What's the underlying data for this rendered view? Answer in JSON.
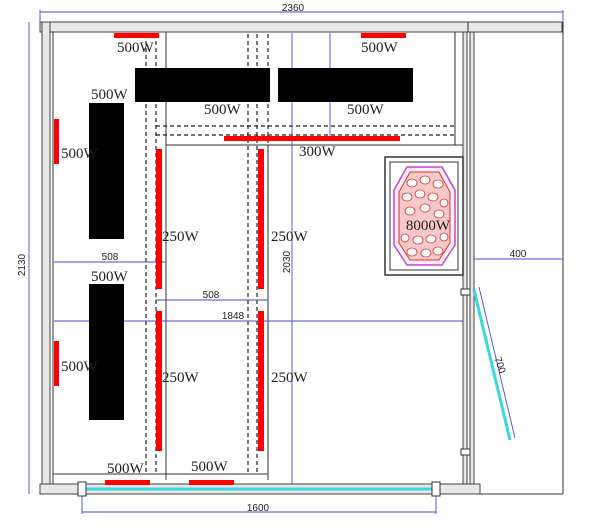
{
  "diagram": {
    "type": "sauna floor plan",
    "dimensions": {
      "overall_width": "2360",
      "overall_height": "2130",
      "inner_height": "2030",
      "inner_width": "1848",
      "left_bench_width": "508",
      "center_bench_width": "508",
      "front_glass_width": "1600",
      "side_clearance": "400",
      "door_width": "700"
    },
    "heaters": {
      "top_left": "500W",
      "top_right": "500W",
      "top_panel_left": "500W",
      "top_panel_right": "500W",
      "left_panel_upper": "500W",
      "left_wall_upper": "500W",
      "left_panel_lower": "500W",
      "left_wall_lower": "500W",
      "ceiling_bar": "300W",
      "center_left_upper": "250W",
      "center_right_upper": "250W",
      "center_left_lower": "250W",
      "center_right_lower": "250W",
      "bottom_left": "500W",
      "bottom_right": "500W",
      "stove": "8000W"
    },
    "colors": {
      "heater": "#ff0000",
      "panel": "#000000",
      "dimension": "#4a4ad0",
      "glass": "#38d8e0",
      "stove_outline": "#cc44cc",
      "stove_stones": "#e03030"
    }
  }
}
